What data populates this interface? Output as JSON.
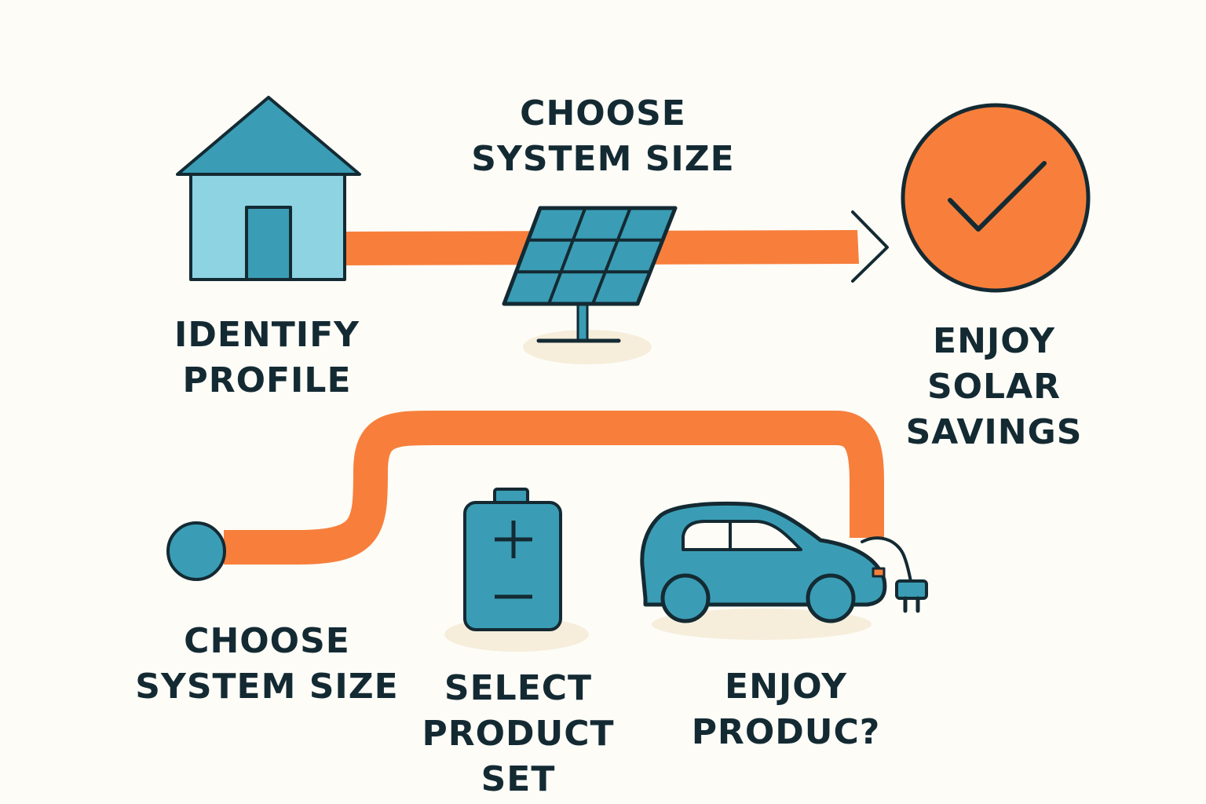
{
  "top_row": {
    "step_identify": {
      "line1": "IDENTIFY",
      "line2": "PROFILE"
    },
    "step_choose": {
      "line1": "CHOOSE",
      "line2": "SYSTEM SIZE"
    },
    "step_enjoy": {
      "line1": "ENJOY",
      "line2": "SOLAR",
      "line3": "SAVINGS"
    }
  },
  "bottom_row": {
    "step_choose": {
      "line1": "CHOOSE",
      "line2": "SYSTEM SIZE"
    },
    "step_select": {
      "line1": "SELECT",
      "line2": "PRODUCT",
      "line3": "SET"
    },
    "step_enjoy": {
      "line1": "ENJOY",
      "line2": "PRODUC?"
    }
  },
  "icons": [
    "house-icon",
    "solar-panel-icon",
    "checkmark-circle-icon",
    "node-circle-icon",
    "battery-icon",
    "electric-car-icon",
    "plug-icon"
  ],
  "colors": {
    "background": "#fdfcf7",
    "orange": "#f77f3b",
    "teal": "#3a9db5",
    "light_blue": "#8dd3e2",
    "outline": "#142a33",
    "shadow": "#f6eedb"
  }
}
